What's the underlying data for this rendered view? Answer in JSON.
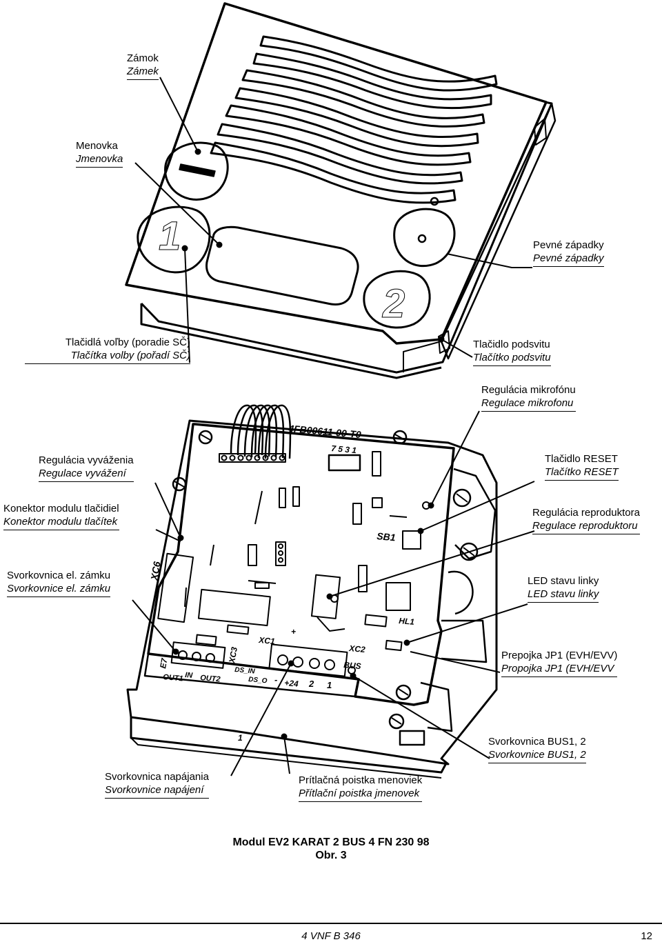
{
  "labels": [
    {
      "id": "zamok",
      "sk": "Zámok",
      "cz": "Zámek"
    },
    {
      "id": "menovka",
      "sk": "Menovka",
      "cz": "Jmenovka"
    },
    {
      "id": "pevne-zapadky",
      "sk": "Pevné západky",
      "cz": "Pevné západky"
    },
    {
      "id": "tlacidla-volby",
      "sk": "Tlačidlá voľby (poradie SČ)",
      "cz": "Tlačítka volby (pořadí SČ)"
    },
    {
      "id": "tlacidlo-podsvitu",
      "sk": "Tlačidlo podsvitu",
      "cz": "Tlačítko podsvitu"
    },
    {
      "id": "regulacia-mikrofonu",
      "sk": "Regulácia mikrofónu",
      "cz": "Regulace mikrofonu"
    },
    {
      "id": "regulacia-vyvazenia",
      "sk": "Regulácia vyváženia",
      "cz": "Regulace vyvážení"
    },
    {
      "id": "tlacidlo-reset",
      "sk": "Tlačidlo RESET",
      "cz": "Tlačítko RESET"
    },
    {
      "id": "konektor-modulu",
      "sk": "Konektor modulu tlačidiel",
      "cz": "Konektor modulu tlačítek"
    },
    {
      "id": "regulacia-reproduktora",
      "sk": "Regulácia reproduktora",
      "cz": "Regulace reproduktoru"
    },
    {
      "id": "svorkovnica-zamku",
      "sk": "Svorkovnica el. zámku",
      "cz": "Svorkovnice el. zámku"
    },
    {
      "id": "led-stavu-linky",
      "sk": "LED stavu linky",
      "cz": "LED stavu linky"
    },
    {
      "id": "prepojka-jp1",
      "sk": "Prepojka JP1 (EVH/EVV)",
      "cz": "Propojka JP1 (EVH/EVV"
    },
    {
      "id": "svorkovnica-bus",
      "sk": "Svorkovnica BUS1, 2",
      "cz": "Svorkovnice BUS1, 2"
    },
    {
      "id": "svorkovnica-napajania",
      "sk": "Svorkovnica napájania",
      "cz": "Svorkovnice napájení"
    },
    {
      "id": "pritlacna-poistka",
      "sk": "Prítlačná poistka menoviek",
      "cz": "Přítlační poistka jmenovek"
    }
  ],
  "board": {
    "part_number": "4FB00611-00-T0",
    "jp_numbers": "7 5 3 1",
    "button_1": "1",
    "button_2": "2",
    "xc6": "XC6",
    "xc3": "XC3",
    "xc1": "XC1",
    "xc2": "XC2",
    "sb1": "SB1",
    "hl1": "HL1",
    "e7": "E7",
    "out1": "OUT1",
    "in": "IN",
    "out2": "OUT2",
    "ds_in": "DS_IN",
    "ds_o": "DS_O",
    "minus": "-",
    "plus24": "+24",
    "bus": "BUS",
    "bus_2": "2",
    "bus_1": "1",
    "plus": "+",
    "small_1": "1"
  },
  "caption": {
    "line1": "Modul EV2 KARAT 2 BUS 4 FN 230 98",
    "line2": "Obr. 3"
  },
  "footer": {
    "doc": "4 VNF B 346",
    "page": "12"
  }
}
